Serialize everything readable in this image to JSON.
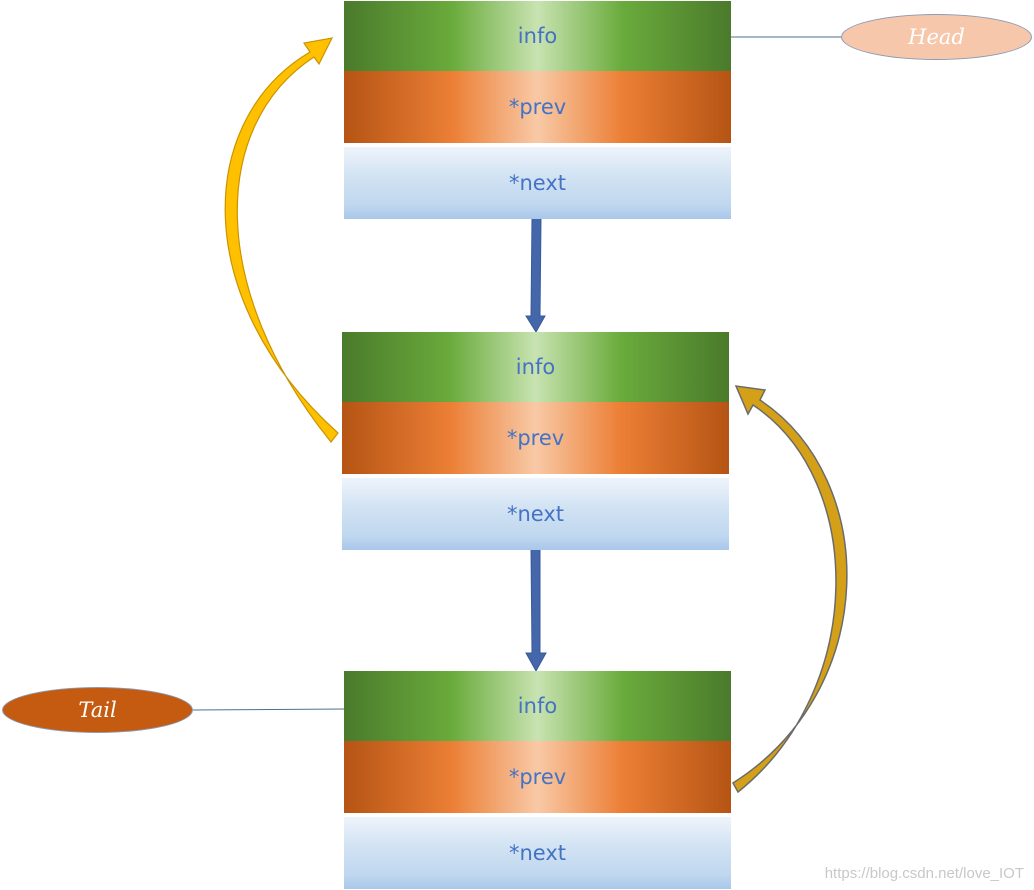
{
  "nodes": [
    {
      "info": "info",
      "prev": "*prev",
      "next": "*next"
    },
    {
      "info": "info",
      "prev": "*prev",
      "next": "*next"
    },
    {
      "info": "info",
      "prev": "*prev",
      "next": "*next"
    }
  ],
  "labels": {
    "head": "Head",
    "tail": "Tail"
  },
  "watermark": "https://blog.csdn.net/love_IOT",
  "colors": {
    "info_green": "#6aab3c",
    "prev_orange": "#ec7f35",
    "next_blue": "#c0d7ef",
    "field_text": "#4472c4",
    "next_arrow": "#4466aa",
    "prev_arrow_upper": "#ffc000",
    "prev_arrow_lower": "#d4a017",
    "head_fill": "#f7c7ab",
    "tail_fill": "#c55a11"
  }
}
